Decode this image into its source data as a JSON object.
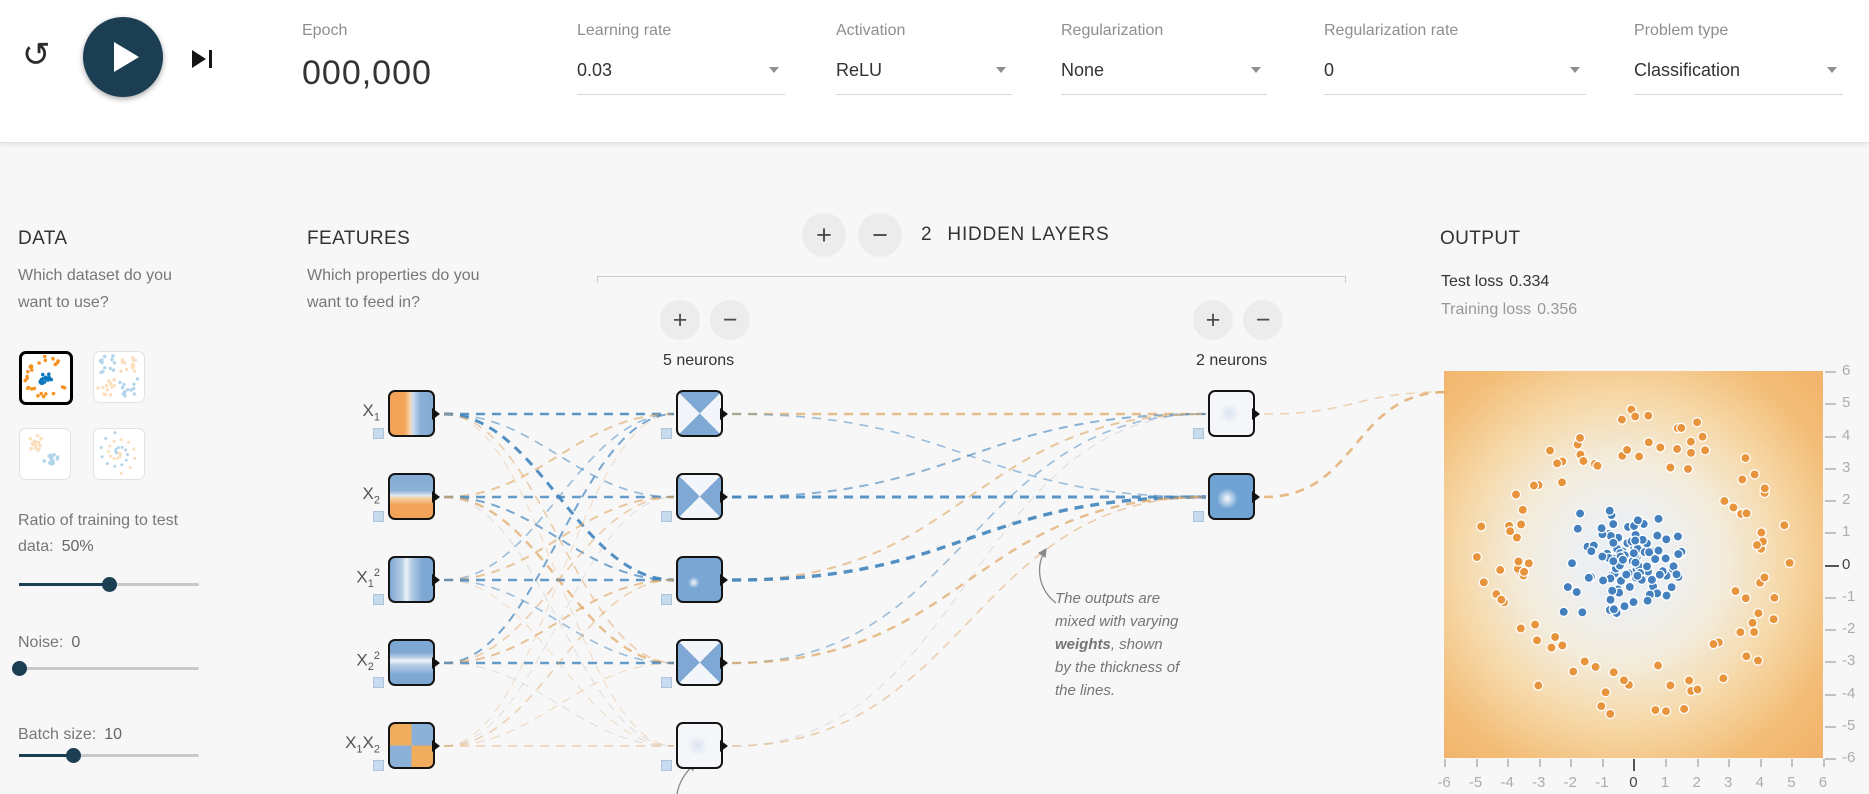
{
  "colors": {
    "orange": "#f59322",
    "blue": "#0877bd",
    "accent_dark": "#1c3e53",
    "line_orange": "#e0a45f",
    "line_blue": "#3f83bd",
    "line_gray": "#b5b5b5"
  },
  "topbar": {
    "epoch_label": "Epoch",
    "epoch_value": "000,000",
    "reset_icon": "↺",
    "dropdowns": [
      {
        "label": "Learning rate",
        "value": "0.03"
      },
      {
        "label": "Activation",
        "value": "ReLU"
      },
      {
        "label": "Regularization",
        "value": "None"
      },
      {
        "label": "Regularization rate",
        "value": "0"
      },
      {
        "label": "Problem type",
        "value": "Classification"
      }
    ]
  },
  "data_panel": {
    "title": "DATA",
    "question": "Which dataset do you want to use?",
    "datasets": [
      {
        "name": "circle",
        "selected": true
      },
      {
        "name": "xor",
        "selected": false
      },
      {
        "name": "gaussian",
        "selected": false
      },
      {
        "name": "spiral",
        "selected": false
      }
    ],
    "sliders": [
      {
        "label": "Ratio of training to test data:",
        "value": "50%",
        "pct": 50
      },
      {
        "label": "Noise:",
        "value": "0",
        "pct": 0
      },
      {
        "label": "Batch size:",
        "value": "10",
        "pct": 30
      }
    ]
  },
  "features_panel": {
    "title": "FEATURES",
    "question": "Which properties do you want to feed in?",
    "features": [
      {
        "name": "x1",
        "parts": [
          {
            "base": "X",
            "sub": "1"
          }
        ],
        "pattern": "hm-x1"
      },
      {
        "name": "x2",
        "parts": [
          {
            "base": "X",
            "sub": "2"
          }
        ],
        "pattern": "hm-x2"
      },
      {
        "name": "x1sq",
        "parts": [
          {
            "base": "X",
            "sub": "1",
            "sup": "2"
          }
        ],
        "pattern": "hm-x1sq"
      },
      {
        "name": "x2sq",
        "parts": [
          {
            "base": "X",
            "sub": "2",
            "sup": "2"
          }
        ],
        "pattern": "hm-x2sq"
      },
      {
        "name": "x1x2",
        "parts": [
          {
            "base": "X",
            "sub": "1"
          },
          {
            "base": "X",
            "sub": "2"
          }
        ],
        "pattern": "hm-x1x2"
      }
    ]
  },
  "network": {
    "plus_label": "+",
    "minus_label": "−",
    "hidden_layers_count": "2",
    "hidden_layers_label": "HIDDEN LAYERS",
    "layers": [
      {
        "count_label": "5 neurons",
        "patterns": [
          "hm-bowtie-v",
          "hm-bowtie-h",
          "hm-solid-blue",
          "hm-bowtie-h",
          "hm-faint"
        ]
      },
      {
        "count_label": "2 neurons",
        "patterns": [
          "hm-faint",
          "hm-blob-blue"
        ]
      }
    ]
  },
  "annotation": {
    "segments": [
      [
        {
          "t": "The outputs are"
        }
      ],
      [
        {
          "t": "mixed with varying"
        }
      ],
      [
        {
          "t": "weights",
          "b": true
        },
        {
          "t": ", shown"
        }
      ],
      [
        {
          "t": "by the thickness of"
        }
      ],
      [
        {
          "t": "the lines."
        }
      ]
    ]
  },
  "output_panel": {
    "title": "OUTPUT",
    "test_loss_label": "Test loss",
    "test_loss_value": "0.334",
    "training_loss_label": "Training loss",
    "training_loss_value": "0.356",
    "y_ticks": [
      6,
      5,
      4,
      3,
      2,
      1,
      0,
      -1,
      -2,
      -3,
      -4,
      -5,
      -6
    ],
    "x_ticks": [
      -6,
      -5,
      -4,
      -3,
      -2,
      -1,
      0,
      1,
      2,
      3,
      4,
      5,
      6
    ]
  },
  "chart_data": {
    "type": "scatter",
    "title": "Output decision surface",
    "x_range": [
      -6,
      6
    ],
    "y_range": [
      -6,
      6
    ],
    "classes": [
      {
        "label": "orange",
        "color": "#e8943c",
        "distribution": "ring",
        "ring_radius": [
          3.3,
          5.0
        ],
        "count": 104
      },
      {
        "label": "blue",
        "color": "#4380bd",
        "distribution": "gaussian_center",
        "spread": [
          1.75,
          1.45
        ],
        "count": 112
      }
    ],
    "background": "mostly orange prediction with pale blue-white center region",
    "seed": 7
  },
  "connections": {
    "features_to_layer1": [
      [
        [
          "b",
          2.6,
          0.85
        ],
        [
          "b",
          1.6,
          0.55
        ],
        [
          "b",
          3.0,
          0.9
        ],
        [
          "o",
          1.6,
          0.5
        ],
        [
          "o",
          1.0,
          0.35
        ]
      ],
      [
        [
          "o",
          2.0,
          0.6
        ],
        [
          "b",
          2.4,
          0.8
        ],
        [
          "b",
          2.0,
          0.7
        ],
        [
          "o",
          2.4,
          0.7
        ],
        [
          "g",
          1.0,
          0.4
        ]
      ],
      [
        [
          "b",
          1.6,
          0.5
        ],
        [
          "o",
          2.0,
          0.6
        ],
        [
          "b",
          2.6,
          0.8
        ],
        [
          "b",
          1.6,
          0.5
        ],
        [
          "o",
          1.0,
          0.35
        ]
      ],
      [
        [
          "b",
          2.0,
          0.7
        ],
        [
          "o",
          1.6,
          0.5
        ],
        [
          "o",
          2.0,
          0.65
        ],
        [
          "b",
          2.6,
          0.8
        ],
        [
          "g",
          1.0,
          0.4
        ]
      ],
      [
        [
          "o",
          1.0,
          0.35
        ],
        [
          "g",
          1.0,
          0.35
        ],
        [
          "o",
          1.6,
          0.45
        ],
        [
          "o",
          1.0,
          0.4
        ],
        [
          "o",
          1.6,
          0.5
        ]
      ]
    ],
    "layer1_to_layer2": [
      [
        [
          "o",
          2.4,
          0.7
        ],
        [
          "b",
          1.6,
          0.5
        ]
      ],
      [
        [
          "b",
          2.0,
          0.6
        ],
        [
          "b",
          3.0,
          0.85
        ]
      ],
      [
        [
          "o",
          2.0,
          0.6
        ],
        [
          "b",
          3.4,
          0.9
        ]
      ],
      [
        [
          "b",
          1.6,
          0.5
        ],
        [
          "o",
          2.4,
          0.7
        ]
      ],
      [
        [
          "g",
          1.0,
          0.4
        ],
        [
          "o",
          1.6,
          0.5
        ]
      ]
    ],
    "layer2_to_output": [
      [
        "o",
        1.6,
        0.45
      ],
      [
        "o",
        2.6,
        0.75
      ]
    ]
  }
}
